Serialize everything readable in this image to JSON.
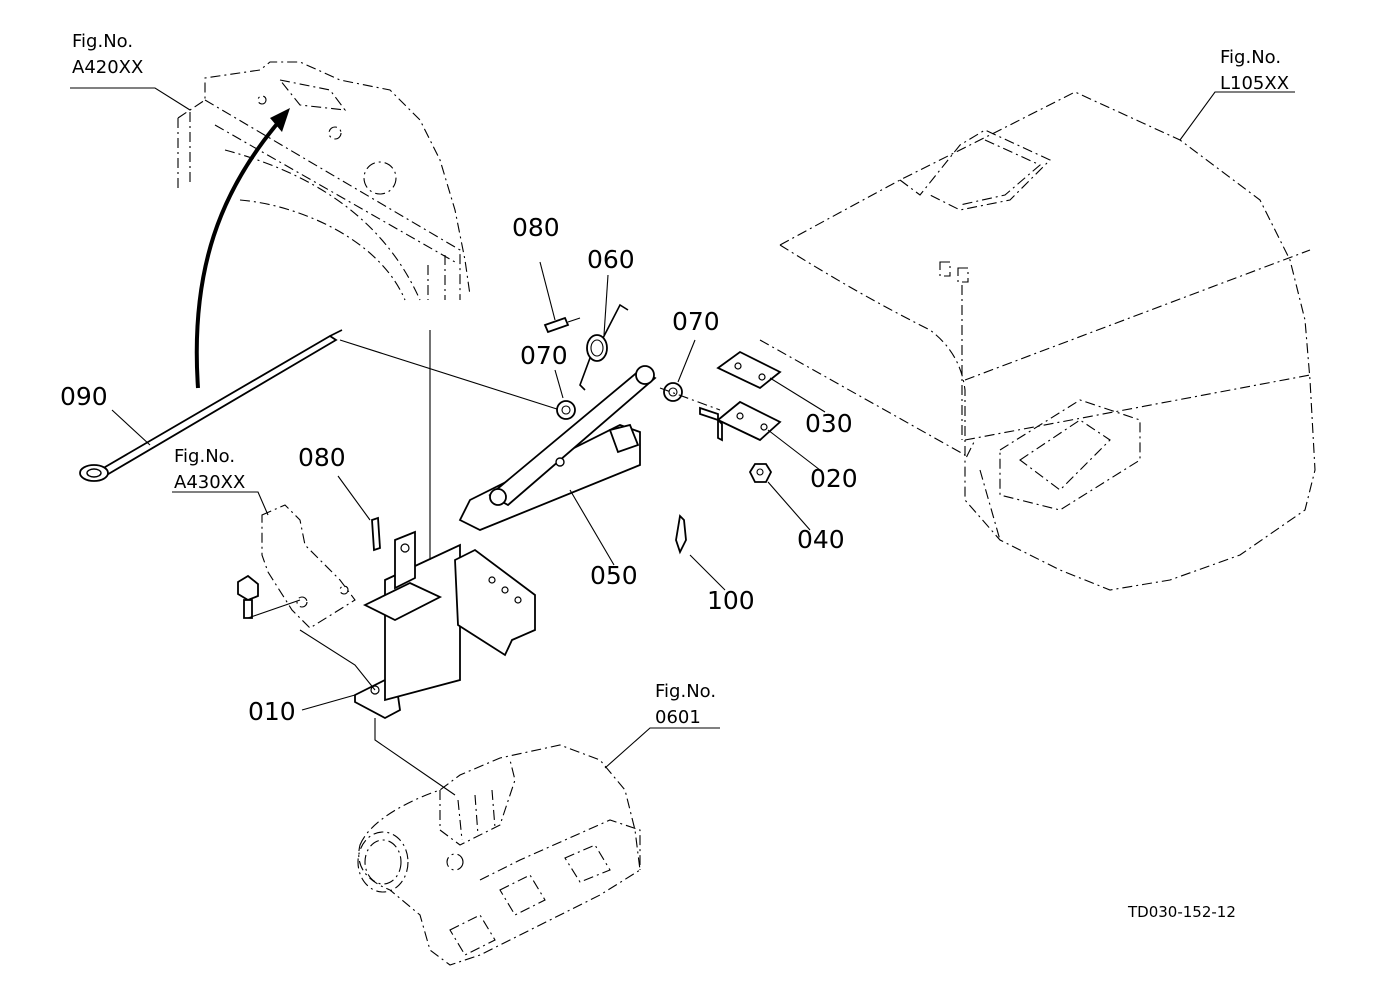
{
  "references": [
    {
      "id": "ref-a420",
      "line1": "Fig.No.",
      "line2": "A420XX"
    },
    {
      "id": "ref-l105",
      "line1": "Fig.No.",
      "line2": "L105XX"
    },
    {
      "id": "ref-a430",
      "line1": "Fig.No.",
      "line2": "A430XX"
    },
    {
      "id": "ref-0601",
      "line1": "Fig.No.",
      "line2": "0601"
    }
  ],
  "part_labels": {
    "p080a": "080",
    "p060": "060",
    "p070a": "070",
    "p070b": "070",
    "p030": "030",
    "p020": "020",
    "p040": "040",
    "p050": "050",
    "p100": "100",
    "p090": "090",
    "p080b": "080",
    "p010": "010"
  },
  "drawing_code": "TD030-152-12"
}
